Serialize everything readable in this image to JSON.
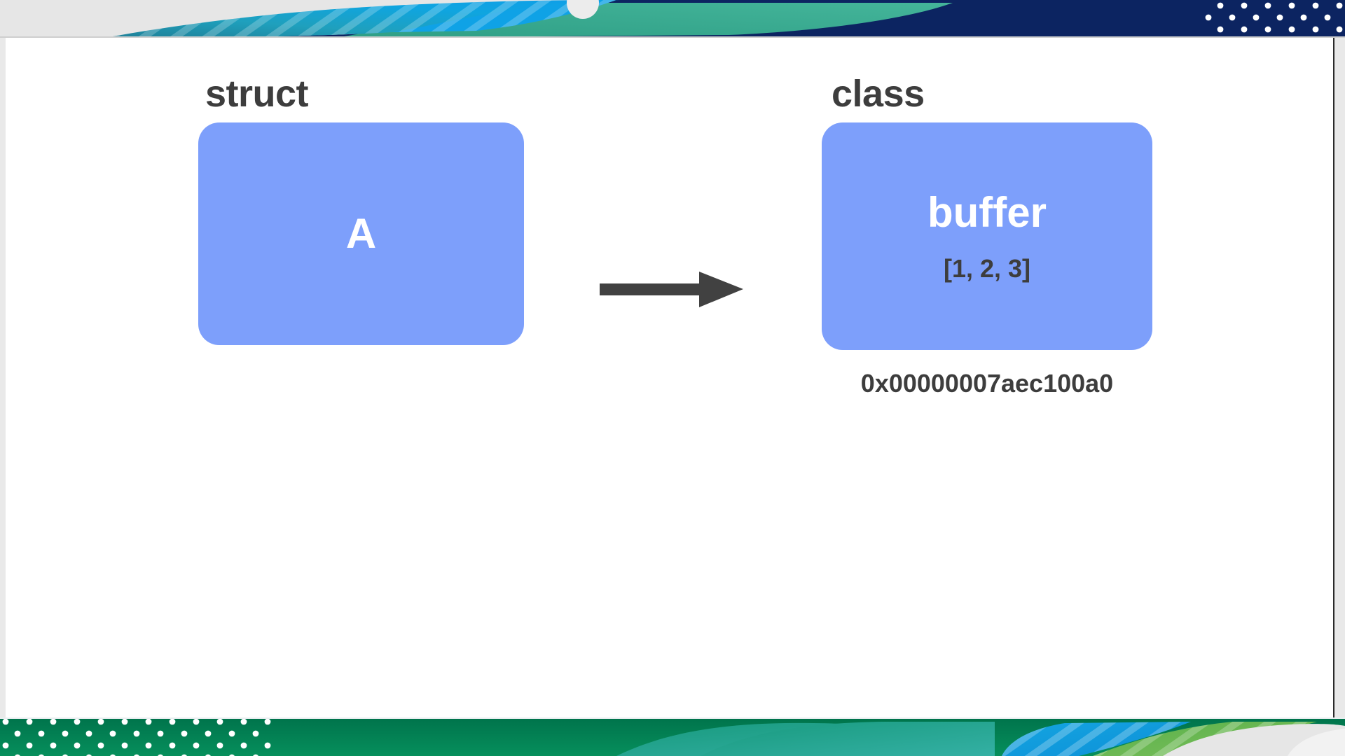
{
  "slide": {
    "background_color": "#ffffff",
    "page_background_color": "#e9e9e9",
    "accent_box_color": "#7d9ffb",
    "text_color": "#3d3d3d",
    "arrow_color": "#414141"
  },
  "decor": {
    "top_band": {
      "name": "top-decorative-wave-band",
      "colors": [
        "#e3e3e3",
        "#1fa3c4",
        "#2aa8a8",
        "#0d9fd8",
        "#38b08f",
        "#0c2461",
        "#ffffff"
      ],
      "has_dots": true,
      "has_stripes": true,
      "has_circle": true
    },
    "bottom_band": {
      "name": "bottom-decorative-wave-band",
      "colors": [
        "#00784f",
        "#0a7a52",
        "#2aa896",
        "#0d8fd8",
        "#4fa84f",
        "#e3e3e3",
        "#ffffff"
      ],
      "has_dots": true,
      "has_stripes": true
    }
  },
  "diagram": {
    "type": "reference-semantics-diagram",
    "left_node": {
      "caption": "struct",
      "title": "A",
      "subtitle": "",
      "address": ""
    },
    "connector": {
      "kind": "arrow-right",
      "label": ""
    },
    "right_node": {
      "caption": "class",
      "title": "buffer",
      "subtitle": "[1, 2, 3]",
      "address": "0x00000007aec100a0"
    }
  }
}
